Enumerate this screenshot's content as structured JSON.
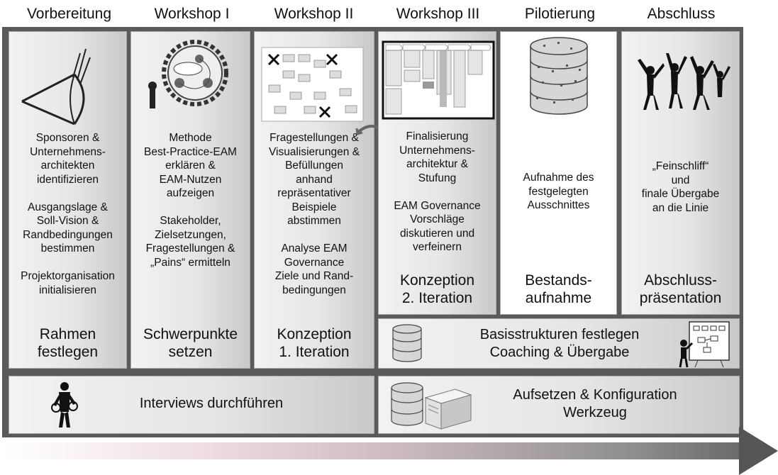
{
  "phases": [
    "Vorbereitung",
    "Workshop I",
    "Workshop II",
    "Workshop III",
    "Pilotierung",
    "Abschluss"
  ],
  "col1": {
    "text": "Sponsoren &\nUnternehmens-\narchitekten\nidentifizieren\n\nAusgangslage &\nSoll-Vision &\nRandbedingungen\nbestimmen\n\nProjektorganisation\ninitialisieren",
    "title": "Rahmen\nfestlegen"
  },
  "col2": {
    "text": "Methode\nBest-Practice-EAM\nerklären &\nEAM-Nutzen\naufzeigen\n\nStakeholder,\nZielsetzungen,\nFragestellungen &\n„Pains“ ermitteln",
    "title": "Schwerpunkte\nsetzen"
  },
  "col3": {
    "text": "Fragestellungen &\nVisualisierungen &\nBefüllungen\nanhand\nrepräsentativer\nBeispiele\nabstimmen\n\nAnalyse EAM\nGovernance\nZiele und Rand-\nbedingungen",
    "title": "Konzeption\n1. Iteration"
  },
  "col4": {
    "text": "Finalisierung\nUnternehmens-\narchitektur &\nStufung\n\nEAM Governance\nVorschläge\ndiskutieren und\nverfeinern",
    "title": "Konzeption\n2. Iteration"
  },
  "col5": {
    "text": "Aufnahme des\nfestgelegten\nAusschnittes",
    "title": "Bestands-\naufnahme"
  },
  "col6": {
    "text": "„Feinschliff“\nund\nfinale Übergabe\nan die Linie",
    "title": "Abschluss-\npräsentation"
  },
  "basis": "Basisstrukturen festlegen\nCoaching & Übergabe",
  "interviews": "Interviews durchführen",
  "werkzeug": "Aufsetzen & Konfiguration\nWerkzeug",
  "icons": [
    "eye-icon",
    "gear-workflow-icon",
    "diagram-with-crosses-icon",
    "matrix-chart-icon",
    "database-icon",
    "celebrating-people-icon",
    "database-icon",
    "presenter-whiteboard-icon",
    "interviewer-person-icon",
    "database-server-icon"
  ]
}
